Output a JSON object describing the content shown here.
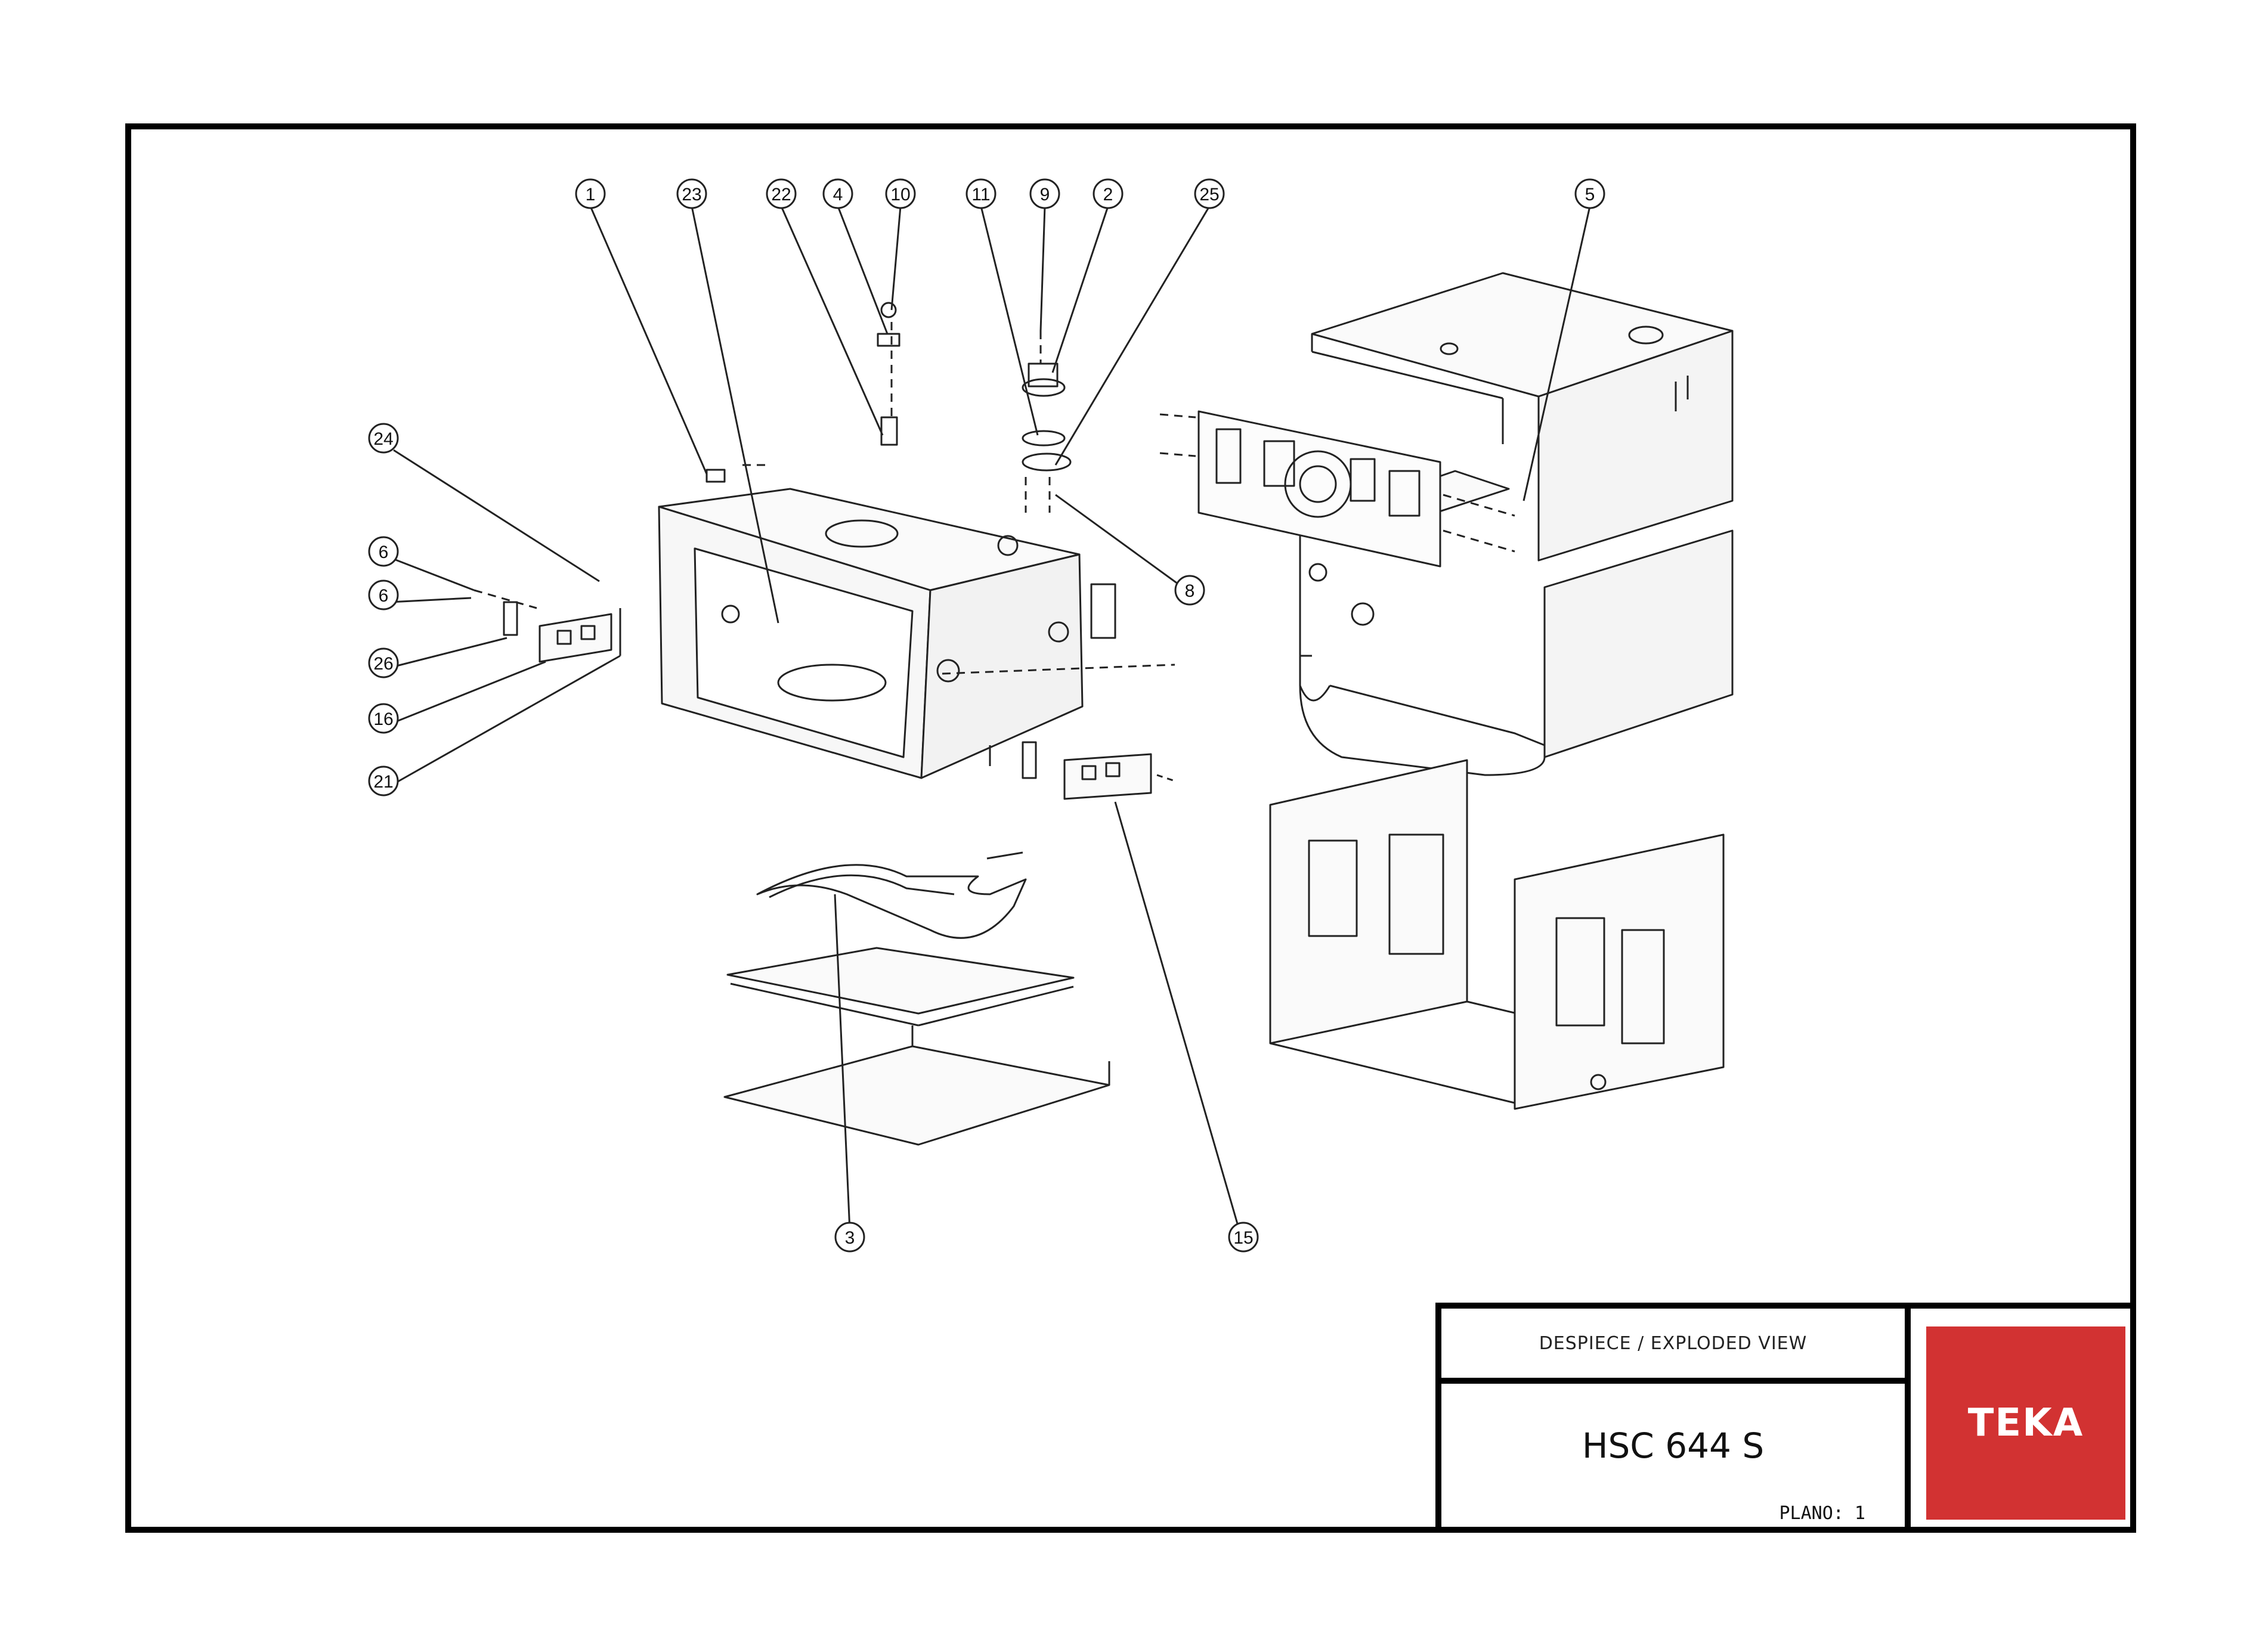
{
  "callouts": [
    "1",
    "23",
    "22",
    "4",
    "10",
    "11",
    "9",
    "2",
    "25",
    "5",
    "24",
    "6",
    "6",
    "26",
    "16",
    "21",
    "8",
    "15",
    "3"
  ],
  "title_block": {
    "title": "DESPIECE / EXPLODED VIEW",
    "model": "HSC 644 S",
    "plano": "PLANO: 1"
  },
  "logo": {
    "text": "TEKA",
    "color": "#d23232"
  }
}
